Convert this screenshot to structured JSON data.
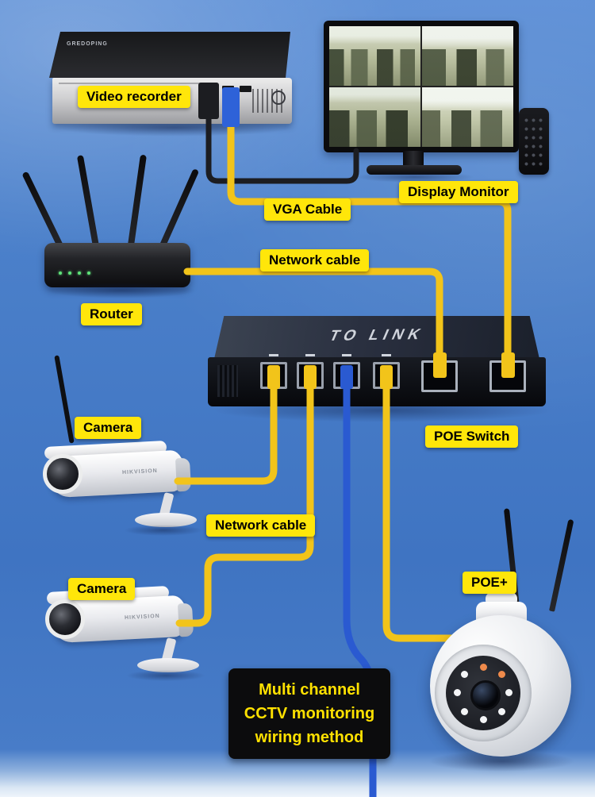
{
  "scene": {
    "background_color": "#4b80ca",
    "floor_color": "#eef4fb"
  },
  "labels": {
    "video_recorder": "Video recorder",
    "display_monitor": "Display Monitor",
    "vga_cable": "VGA Cable",
    "network_cable_top": "Network cable",
    "router": "Router",
    "poe_switch": "POE Switch",
    "camera_top": "Camera",
    "network_cable_mid": "Network cable",
    "camera_bottom": "Camera",
    "poe_plus": "POE+"
  },
  "brands": {
    "recorder": "GREDOPING",
    "switch": "TO LINK",
    "camera_top": "HIKVISION",
    "camera_bottom": "HIKVISION"
  },
  "title_box": {
    "line1": "Multi channel",
    "line2": "CCTV monitoring",
    "line3": "wiring method"
  },
  "colors": {
    "label_bg": "#ffe60a",
    "cable_yellow": "#f2c41a",
    "cable_blue": "#2a5ad1",
    "cable_black": "#1c1d21"
  }
}
